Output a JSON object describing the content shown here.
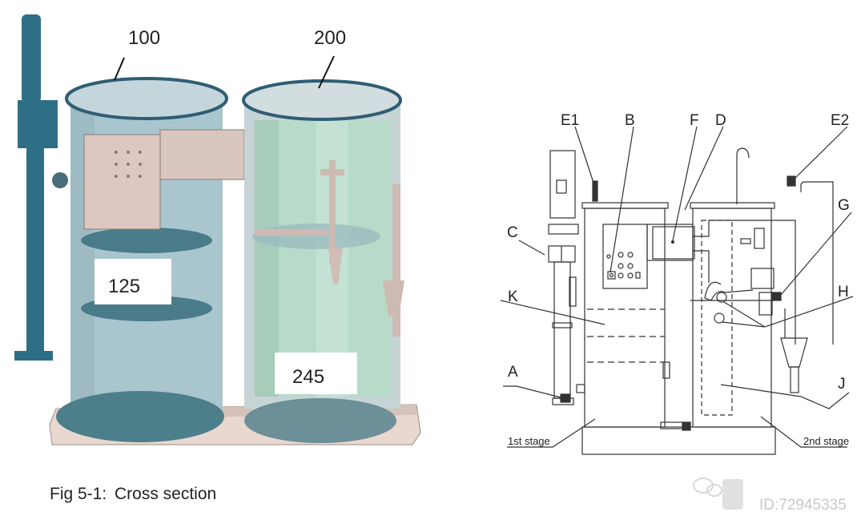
{
  "left_figure": {
    "callouts": {
      "tank1": "100",
      "tank2": "200",
      "stage1_box": "125",
      "stage2_box": "245"
    },
    "caption": {
      "number": "Fig 5-1:",
      "title": "Cross section"
    },
    "colors": {
      "tank1": "#a9c6cf",
      "tank2": "#b9d8cc",
      "pump": "#2f6f86",
      "base": "#e8d6cf",
      "fittings": "#d9c6be"
    }
  },
  "right_figure": {
    "labels": {
      "E1": "E1",
      "B": "B",
      "F": "F",
      "D": "D",
      "E2": "E2",
      "C": "C",
      "G": "G",
      "K": "K",
      "H": "H",
      "A": "A",
      "J": "J",
      "stage1": "1st stage",
      "stage2": "2nd stage"
    }
  },
  "watermark": {
    "id": "ID:72945335"
  }
}
